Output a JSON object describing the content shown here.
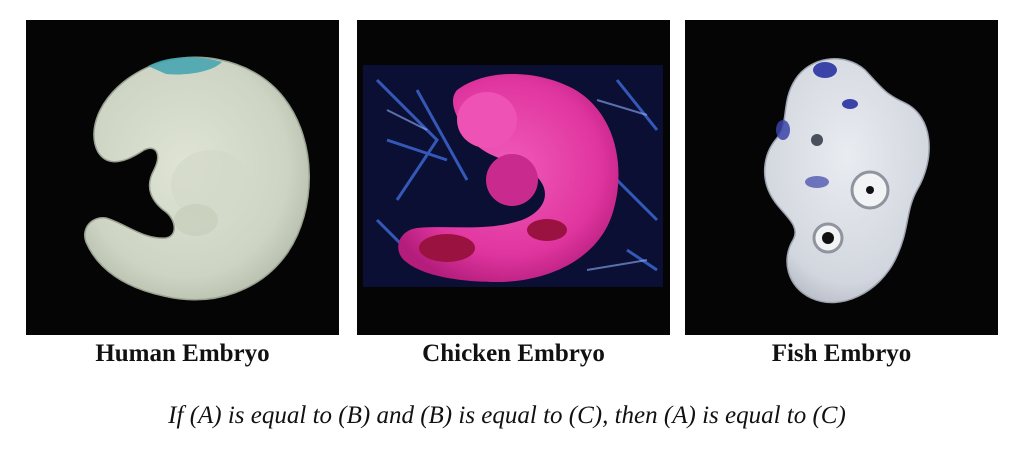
{
  "figure": {
    "panels": [
      {
        "id": "human",
        "caption": "Human Embryo",
        "icon": "human-embryo-image"
      },
      {
        "id": "chicken",
        "caption": "Chicken Embryo",
        "icon": "chicken-embryo-image"
      },
      {
        "id": "fish",
        "caption": "Fish Embryo",
        "icon": "fish-embryo-image"
      }
    ],
    "statement": "If (A) is equal to (B) and (B) is equal to (C), then (A) is equal to (C)"
  }
}
